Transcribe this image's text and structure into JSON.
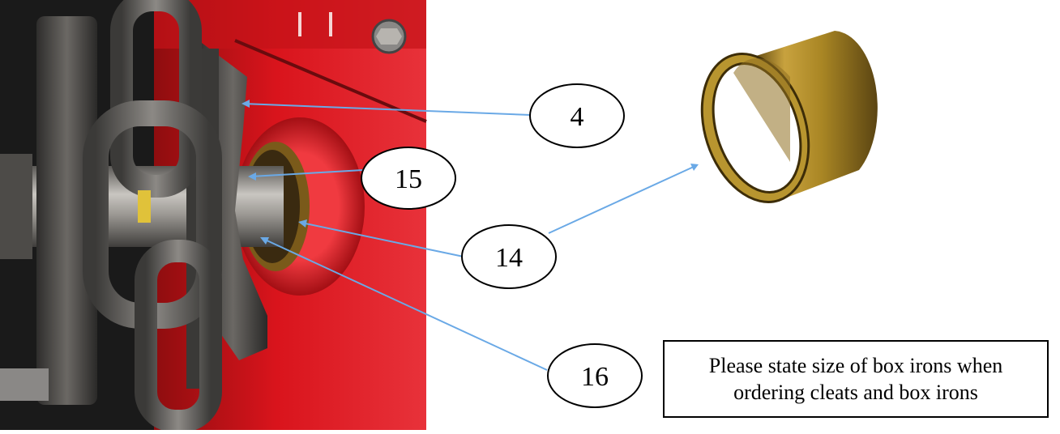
{
  "callouts": [
    {
      "label": "4"
    },
    {
      "label": "15"
    },
    {
      "label": "14"
    },
    {
      "label": "16"
    }
  ],
  "note": {
    "line1": "Please state size of box irons when",
    "line2": "ordering cleats and box irons"
  },
  "colors": {
    "frame_red": "#d9141c",
    "chain_steel": "#6e6c6a",
    "bushing_brass": "#b08a2a",
    "leader_line": "#6aa9e6"
  }
}
